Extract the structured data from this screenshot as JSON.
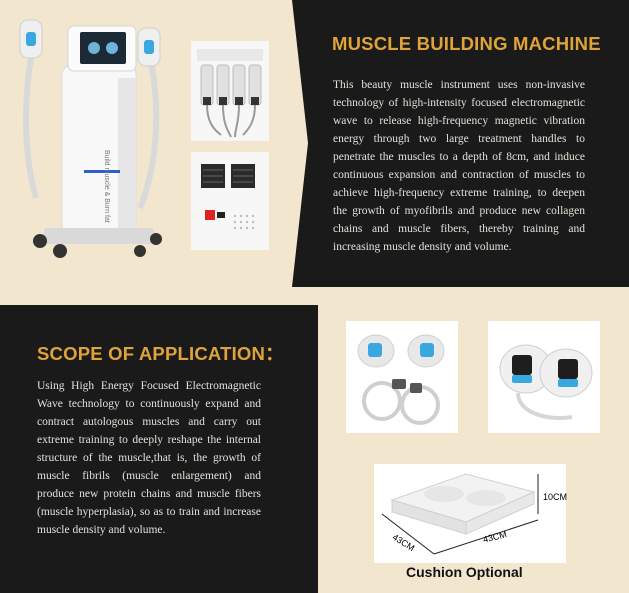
{
  "top_section": {
    "heading": "MUSCLE BUILDING MACHINE",
    "paragraph": "This beauty muscle instrument uses non-invasive technology of high-intensity focused electromagnetic wave to release high-frequency magnetic vibration energy through two large treatment handles to penetrate the muscles to a depth of 8cm, and induce continuous expansion and contraction of muscles to achieve high-frequency extreme training, to deepen the growth of myofibrils and produce new collagen chains and muscle fibers, thereby training and increasing muscle density and volume."
  },
  "bottom_section": {
    "heading": "SCOPE OF APPLICATION：",
    "paragraph": "Using High Energy Focused Electromagnetic Wave technology to continuously expand and contract autologous muscles and carry out extreme training to deeply reshape the internal structure of the muscle,that is, the growth of muscle fibrils (muscle enlargement) and produce new protein chains and muscle fibers (muscle hyperplasia), so as to train and increase muscle density and volume."
  },
  "device_label": "Build muscle & Burn fat",
  "cushion": {
    "caption": "Cushion Optional",
    "dim_height": "10CM",
    "dim_left": "43CM",
    "dim_right": "43CM"
  },
  "colors": {
    "accent": "#e0a33a",
    "panel_dark": "#1a1a1a",
    "panel_beige": "#f3e6cf",
    "handle_blue": "#39a7e0"
  }
}
